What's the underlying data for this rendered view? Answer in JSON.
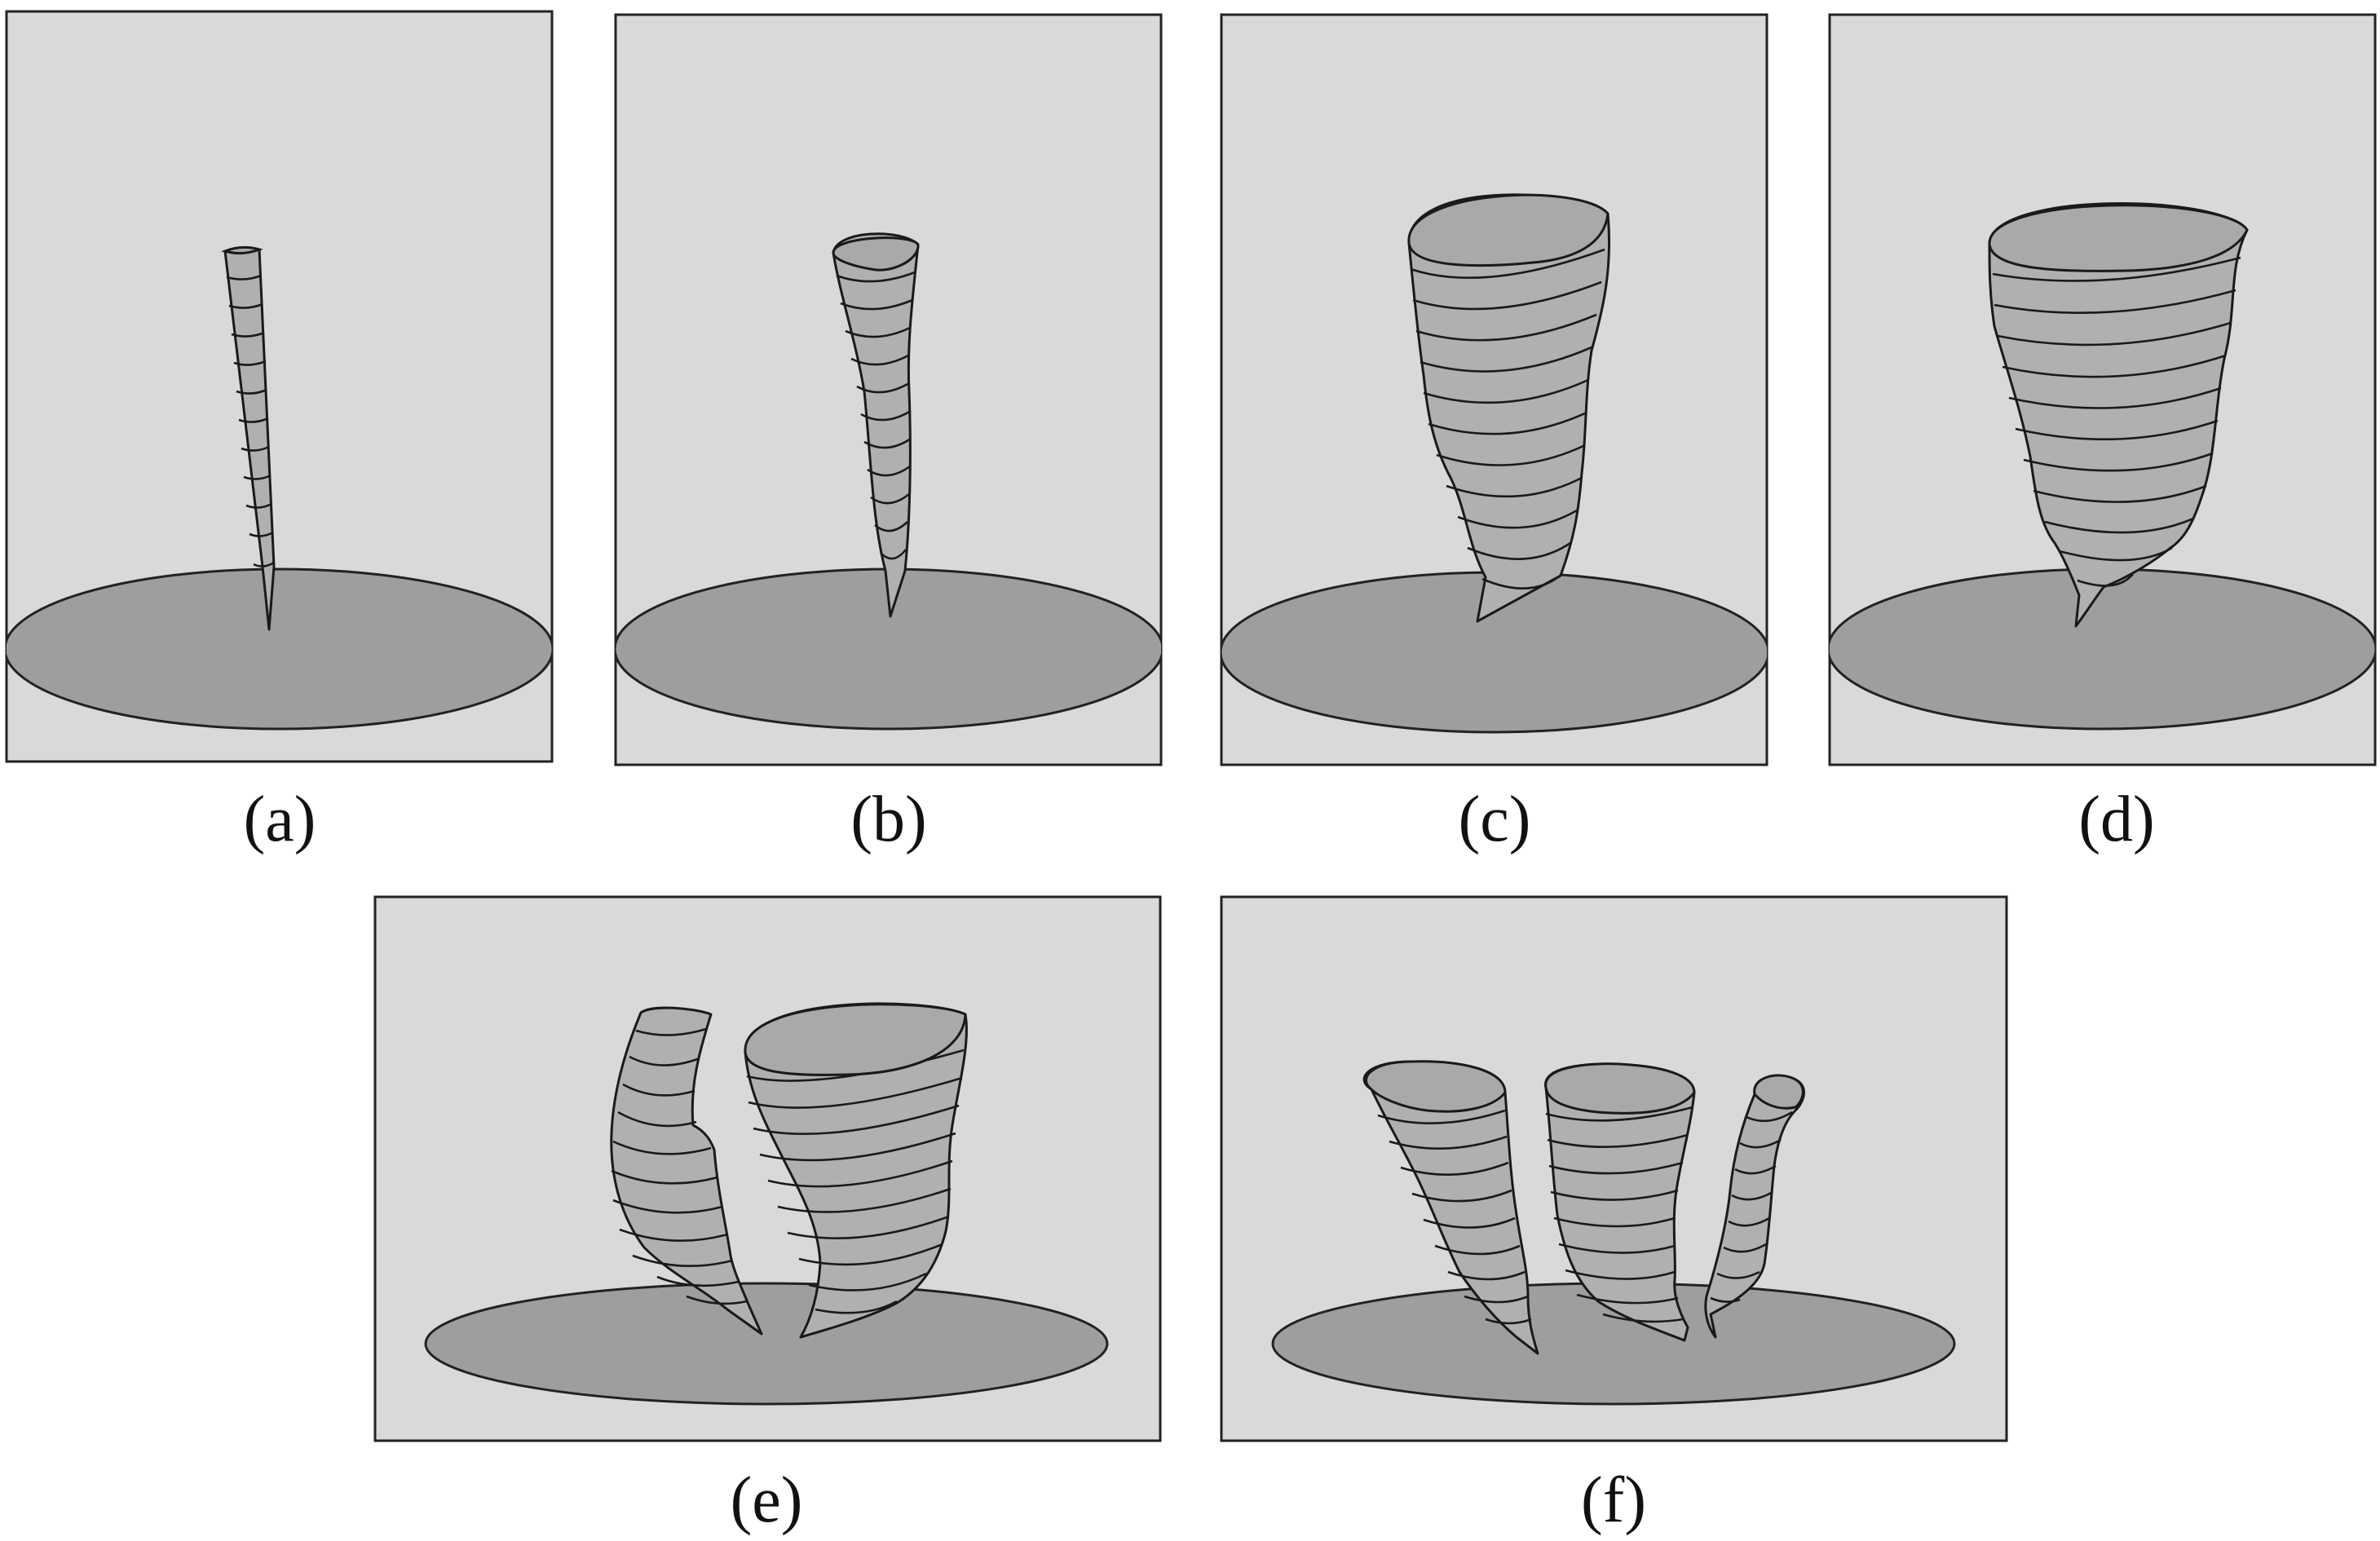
{
  "figure": {
    "panels": [
      {
        "id": "a",
        "caption": "(a)"
      },
      {
        "id": "b",
        "caption": "(b)"
      },
      {
        "id": "c",
        "caption": "(c)"
      },
      {
        "id": "d",
        "caption": "(d)"
      },
      {
        "id": "e",
        "caption": "(e)"
      },
      {
        "id": "f",
        "caption": "(f)"
      }
    ]
  },
  "colors": {
    "panel_background": "#d9d9d9",
    "ground_disk": "#9e9e9e",
    "vortex_body": "#b0b0b0",
    "outline": "#1a1a1a"
  }
}
